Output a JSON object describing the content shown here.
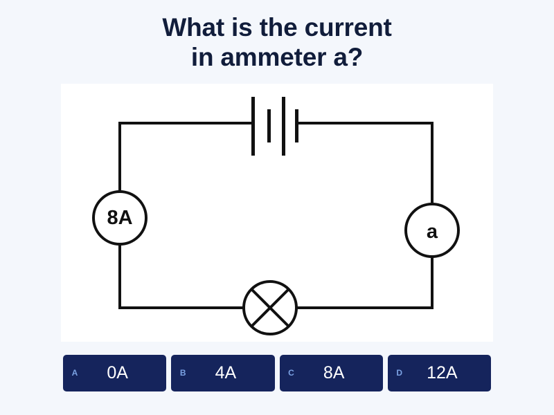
{
  "question": {
    "text": "What is the current\nin ammeter a?",
    "title_color": "#111d3b"
  },
  "theme": {
    "page_background": "#f4f7fc",
    "panel_background": "#ffffff",
    "option_background": "#15245c",
    "option_letter_color": "#7ba2e3",
    "option_text_color": "#ffffff",
    "circuit_stroke": "#111111"
  },
  "diagram": {
    "type": "circuit-schematic",
    "description": "Series circuit with a two-cell battery on the top branch, an ammeter reading 8A on the left branch, an ammeter labelled a on the right branch, and a lamp on the bottom branch.",
    "components": [
      {
        "id": "battery",
        "name": "battery-two-cell",
        "label": "",
        "position": "top"
      },
      {
        "id": "ammeter-left",
        "name": "ammeter-8a",
        "label": "8A",
        "position": "left"
      },
      {
        "id": "ammeter-right",
        "name": "ammeter-a",
        "label": "a",
        "position": "right"
      },
      {
        "id": "lamp",
        "name": "lamp",
        "label": "",
        "position": "bottom"
      }
    ]
  },
  "options": [
    {
      "letter": "A",
      "text": "0A"
    },
    {
      "letter": "B",
      "text": "4A"
    },
    {
      "letter": "C",
      "text": "8A"
    },
    {
      "letter": "D",
      "text": "12A"
    }
  ]
}
